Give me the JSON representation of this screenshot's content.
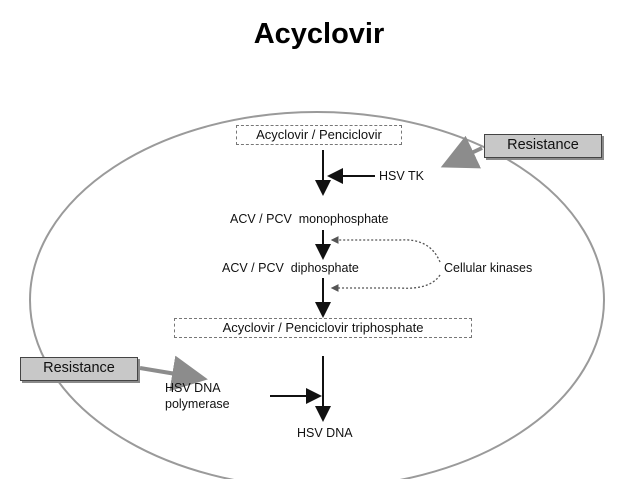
{
  "title": "Acyclovir",
  "diagram": {
    "drug": "Acyclovir / Penciclovir",
    "enzyme_tk": "HSV TK",
    "monophosphate": "ACV / PCV  monophosphate",
    "diphosphate": "ACV / PCV  diphosphate",
    "cellular_kinases": "Cellular kinases",
    "triphosphate": "Acyclovir / Penciclovir triphosphate",
    "polymerase_line1": "HSV DNA",
    "polymerase_line2": "polymerase",
    "product": "HSV DNA",
    "resistance_top": "Resistance",
    "resistance_left": "Resistance"
  }
}
